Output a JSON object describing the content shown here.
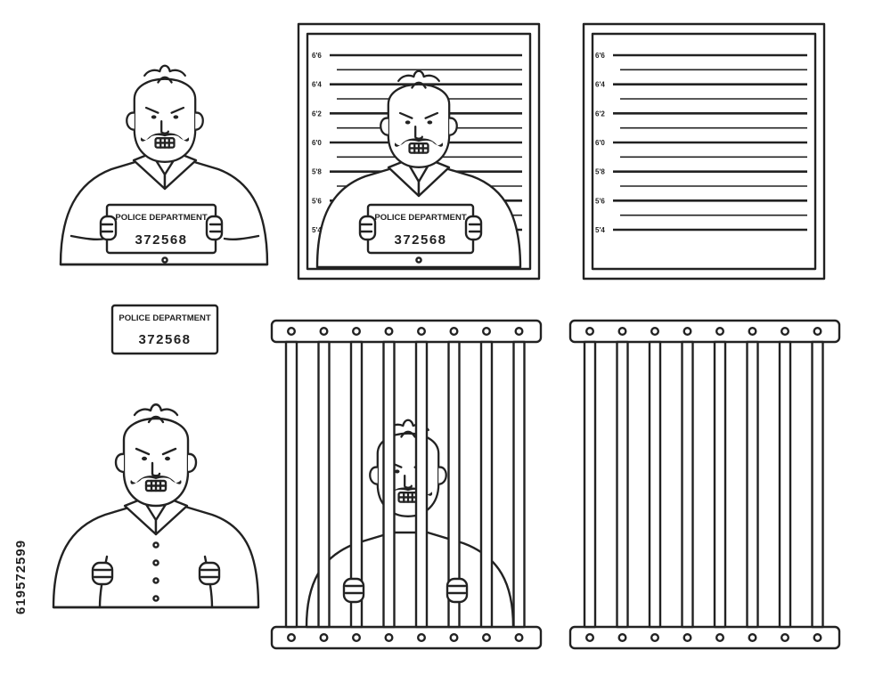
{
  "plate": {
    "department": "POLICE DEPARTMENT",
    "number": "372568"
  },
  "height_chart": {
    "labels": [
      "6'6",
      "6'4",
      "6'2",
      "6'0",
      "5'8",
      "5'6",
      "5'4"
    ]
  },
  "stock_id": "619572599",
  "colors": {
    "line": "#222222",
    "background": "#ffffff"
  }
}
